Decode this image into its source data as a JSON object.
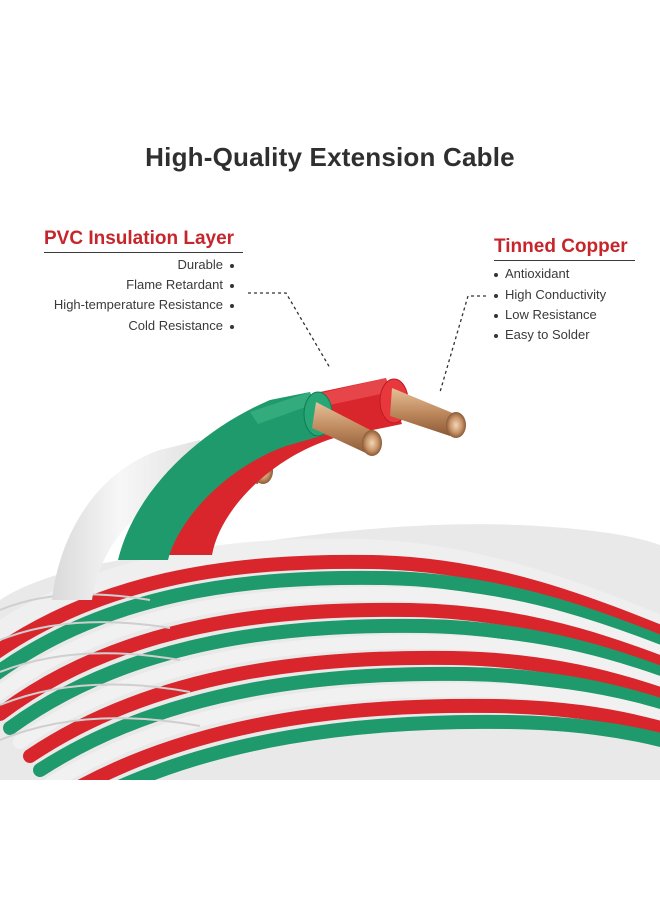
{
  "title": "High-Quality Extension Cable",
  "left_panel": {
    "heading": "PVC Insulation Layer",
    "features": [
      "Durable",
      "Flame Retardant",
      "High-temperature Resistance",
      "Cold Resistance"
    ]
  },
  "right_panel": {
    "heading": "Tinned Copper",
    "features": [
      "Antioxidant",
      "High Conductivity",
      "Low Resistance",
      "Easy to Solder"
    ]
  },
  "colors": {
    "heading_red": "#c6262b",
    "wire_red": "#d9262c",
    "wire_green": "#1f9a6c",
    "wire_white": "#f1f1f1",
    "copper": "#c9956a",
    "title_text": "#2f2f2f"
  },
  "image": {
    "subject": "coiled three-wire red, green and white cable with exposed copper strands"
  }
}
